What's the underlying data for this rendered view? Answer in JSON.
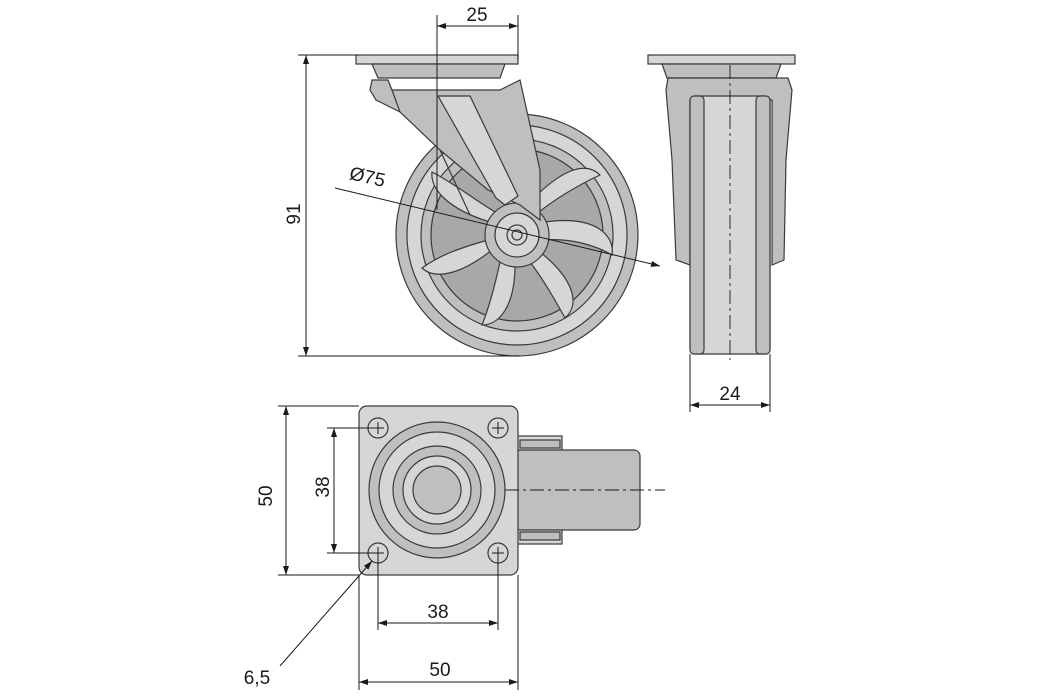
{
  "dimensions": {
    "plate_offset": "25",
    "total_height": "91",
    "wheel_diameter": "Ø75",
    "wheel_width": "24",
    "plate_width": "50",
    "plate_height": "50",
    "hole_spacing_vertical": "38",
    "hole_spacing_horizontal": "38",
    "hole_diameter": "6,5"
  },
  "colors": {
    "part_fill": "#bfbfbf",
    "line": "#3a3a3a",
    "background": "#ffffff"
  }
}
